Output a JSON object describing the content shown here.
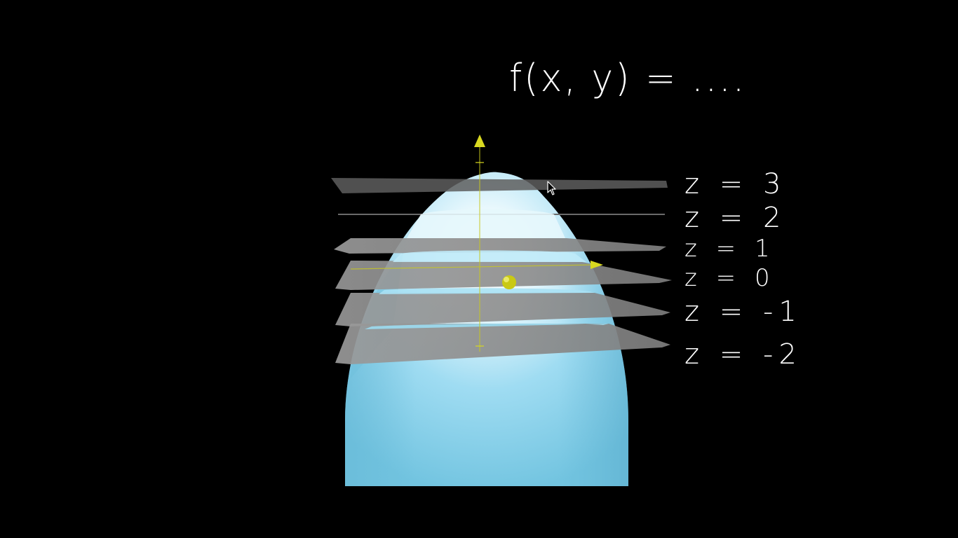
{
  "equation": "f(x, y) = ....",
  "level_labels": {
    "z3": "z = 3",
    "z2": "z = 2",
    "z1": "z = 1",
    "z0": "z = 0",
    "zm1": "z = -1",
    "zm2": "z = -2"
  },
  "colors": {
    "background": "#000000",
    "surface": "#8fd6ef",
    "plane": "#8c8c8c",
    "axis": "#d8d820",
    "ink": "#ffffff"
  },
  "icons": {
    "cursor": "mouse-pointer-icon",
    "axis_arrow": "arrow-up-icon",
    "origin": "point-marker-icon"
  }
}
